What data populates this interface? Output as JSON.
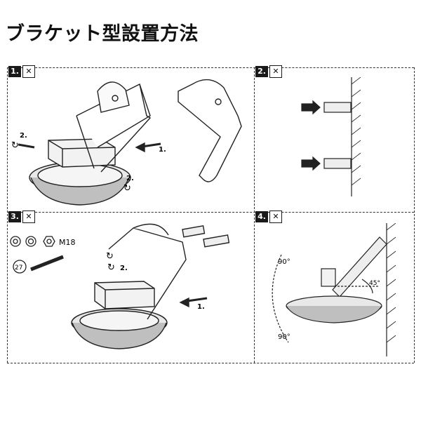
{
  "title": "ブラケット型設置方法",
  "steps": [
    {
      "number": "1.",
      "tools_icon": "screwdriver-wrench-icon",
      "callouts": {
        "remove_screw": "2.",
        "remove_bracket": "1.",
        "rotate_side": "2."
      }
    },
    {
      "number": "2.",
      "tools_icon": "screwdriver-wrench-icon"
    },
    {
      "number": "3.",
      "tools_icon": "screwdriver-wrench-icon",
      "hardware": {
        "bolt_size": "M18",
        "wrench_size": "27"
      },
      "callouts": {
        "insert_bolt": "2.",
        "slide_in": "1."
      }
    },
    {
      "number": "4.",
      "tools_icon": "screwdriver-wrench-icon",
      "angles": {
        "upper": "90°",
        "lower": "90°",
        "tilt": "45°"
      }
    }
  ]
}
